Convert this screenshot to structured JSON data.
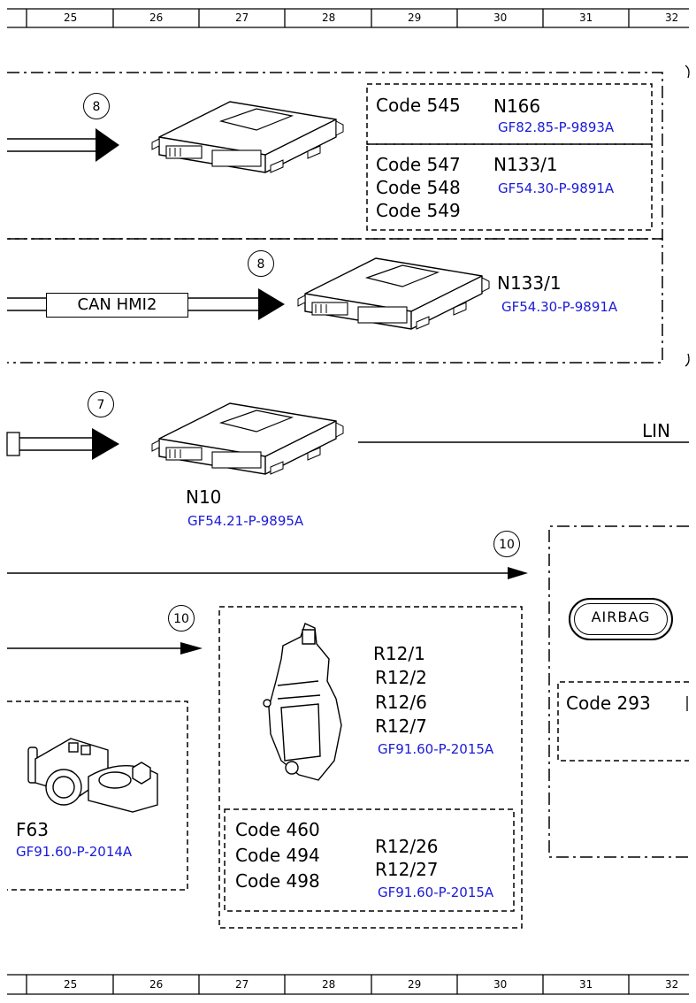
{
  "ruler": [
    "25",
    "26",
    "27",
    "28",
    "29",
    "30",
    "31",
    "32"
  ],
  "section1": {
    "bubble": "8",
    "a": {
      "codes": [
        "Code 545"
      ],
      "component": "N166",
      "ref": "GF82.85-P-9893A"
    },
    "b": {
      "codes": [
        "Code 547",
        "Code 548",
        "Code 549"
      ],
      "component": "N133/1",
      "ref": "GF54.30-P-9891A"
    }
  },
  "section2": {
    "bus": "CAN HMI2",
    "bubble": "8",
    "component": "N133/1",
    "ref": "GF54.30-P-9891A"
  },
  "section3": {
    "bubble": "7",
    "component": "N10",
    "ref": "GF54.21-P-9895A",
    "bus": "LIN"
  },
  "section4": {
    "bubble_top": "10",
    "bubble_left": "10",
    "airbag": {
      "label": "AIRBAG",
      "code": "Code 293"
    },
    "fuse": {
      "component": "F63",
      "ref": "GF91.60-P-2014A"
    },
    "belt": {
      "components": [
        "R12/1",
        "R12/2",
        "R12/6",
        "R12/7"
      ],
      "ref": "GF91.60-P-2015A",
      "codes": [
        "Code 460",
        "Code 494",
        "Code 498"
      ],
      "components2": [
        "R12/26",
        "R12/27"
      ],
      "ref2": "GF91.60-P-2015A"
    }
  }
}
